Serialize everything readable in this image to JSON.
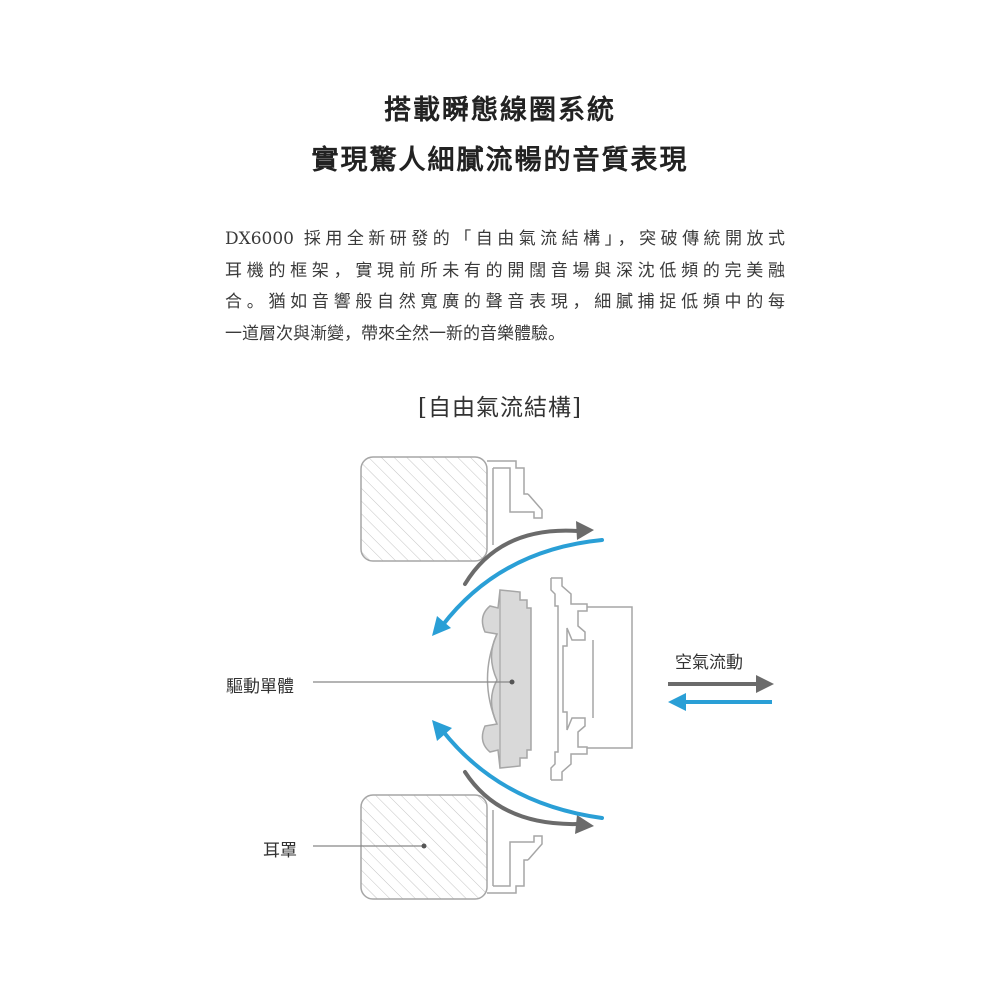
{
  "headline": {
    "line1": "搭載瞬態線圈系統",
    "line2": "實現驚人細膩流暢的音質表現"
  },
  "body": {
    "lines": [
      "DX6000 採用全新研發的「自由氣流結構」，突破傳統開放式",
      "耳機的框架，實現前所未有的開闊音場與深沈低頻的完美融",
      "合。猶如音響般自然寬廣的聲音表現，細膩捕捉低頻中的每",
      "一道層次與漸變，帶來全然一新的音樂體驗。"
    ]
  },
  "diagram": {
    "title": "[自由氣流結構]",
    "labels": {
      "driver_unit": "驅動單體",
      "ear_pad": "耳罩",
      "air_flow": "空氣流動"
    },
    "colors": {
      "blue_flow": "#2a9fd6",
      "gray_flow": "#6b6b6b",
      "outline": "#a6a6a6",
      "driver_fill": "#d9d9d9"
    }
  }
}
